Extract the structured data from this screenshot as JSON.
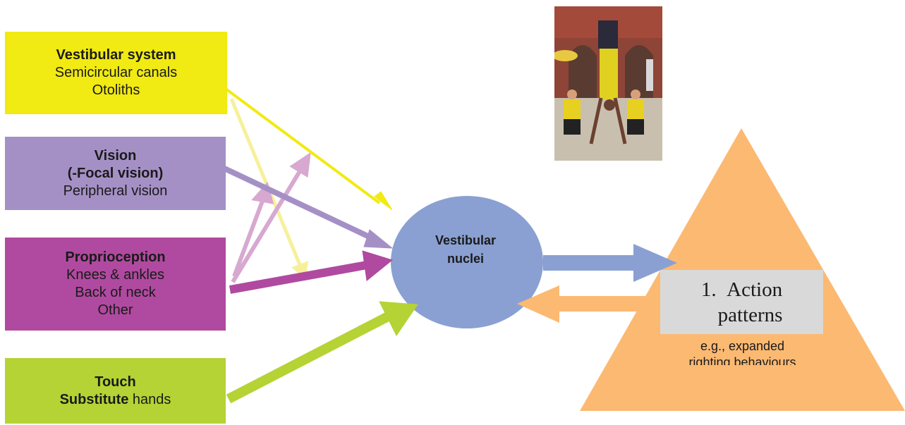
{
  "inputs": {
    "vestibular": {
      "title": "Vestibular system",
      "line1": "Semicircular canals",
      "line2": "Otoliths"
    },
    "vision": {
      "title": "Vision",
      "title2": "(-Focal vision)",
      "line1": "Peripheral vision"
    },
    "proprioception": {
      "title": "Proprioception",
      "line1": "Knees & ankles",
      "line2": "Back of neck",
      "line3": "Other"
    },
    "touch": {
      "title": "Touch",
      "line1_bold": "Substitute",
      "line1_rest": " hands"
    }
  },
  "center": {
    "line1": "Vestibular",
    "line2": "nuclei"
  },
  "output": {
    "number": "1.",
    "line1": "Action",
    "line2": "patterns",
    "example_line1": "e.g., expanded",
    "example_line2": "righting behaviours"
  },
  "colors": {
    "vestibular": "#f1ea13",
    "vision": "#a590c6",
    "proprioception": "#b04aa0",
    "touch": "#b5d335",
    "nuclei": "#8aa0d2",
    "triangle": "#fbb972",
    "output_arrow": "#8aa0d2",
    "feedback_arrow": "#fbb972"
  }
}
